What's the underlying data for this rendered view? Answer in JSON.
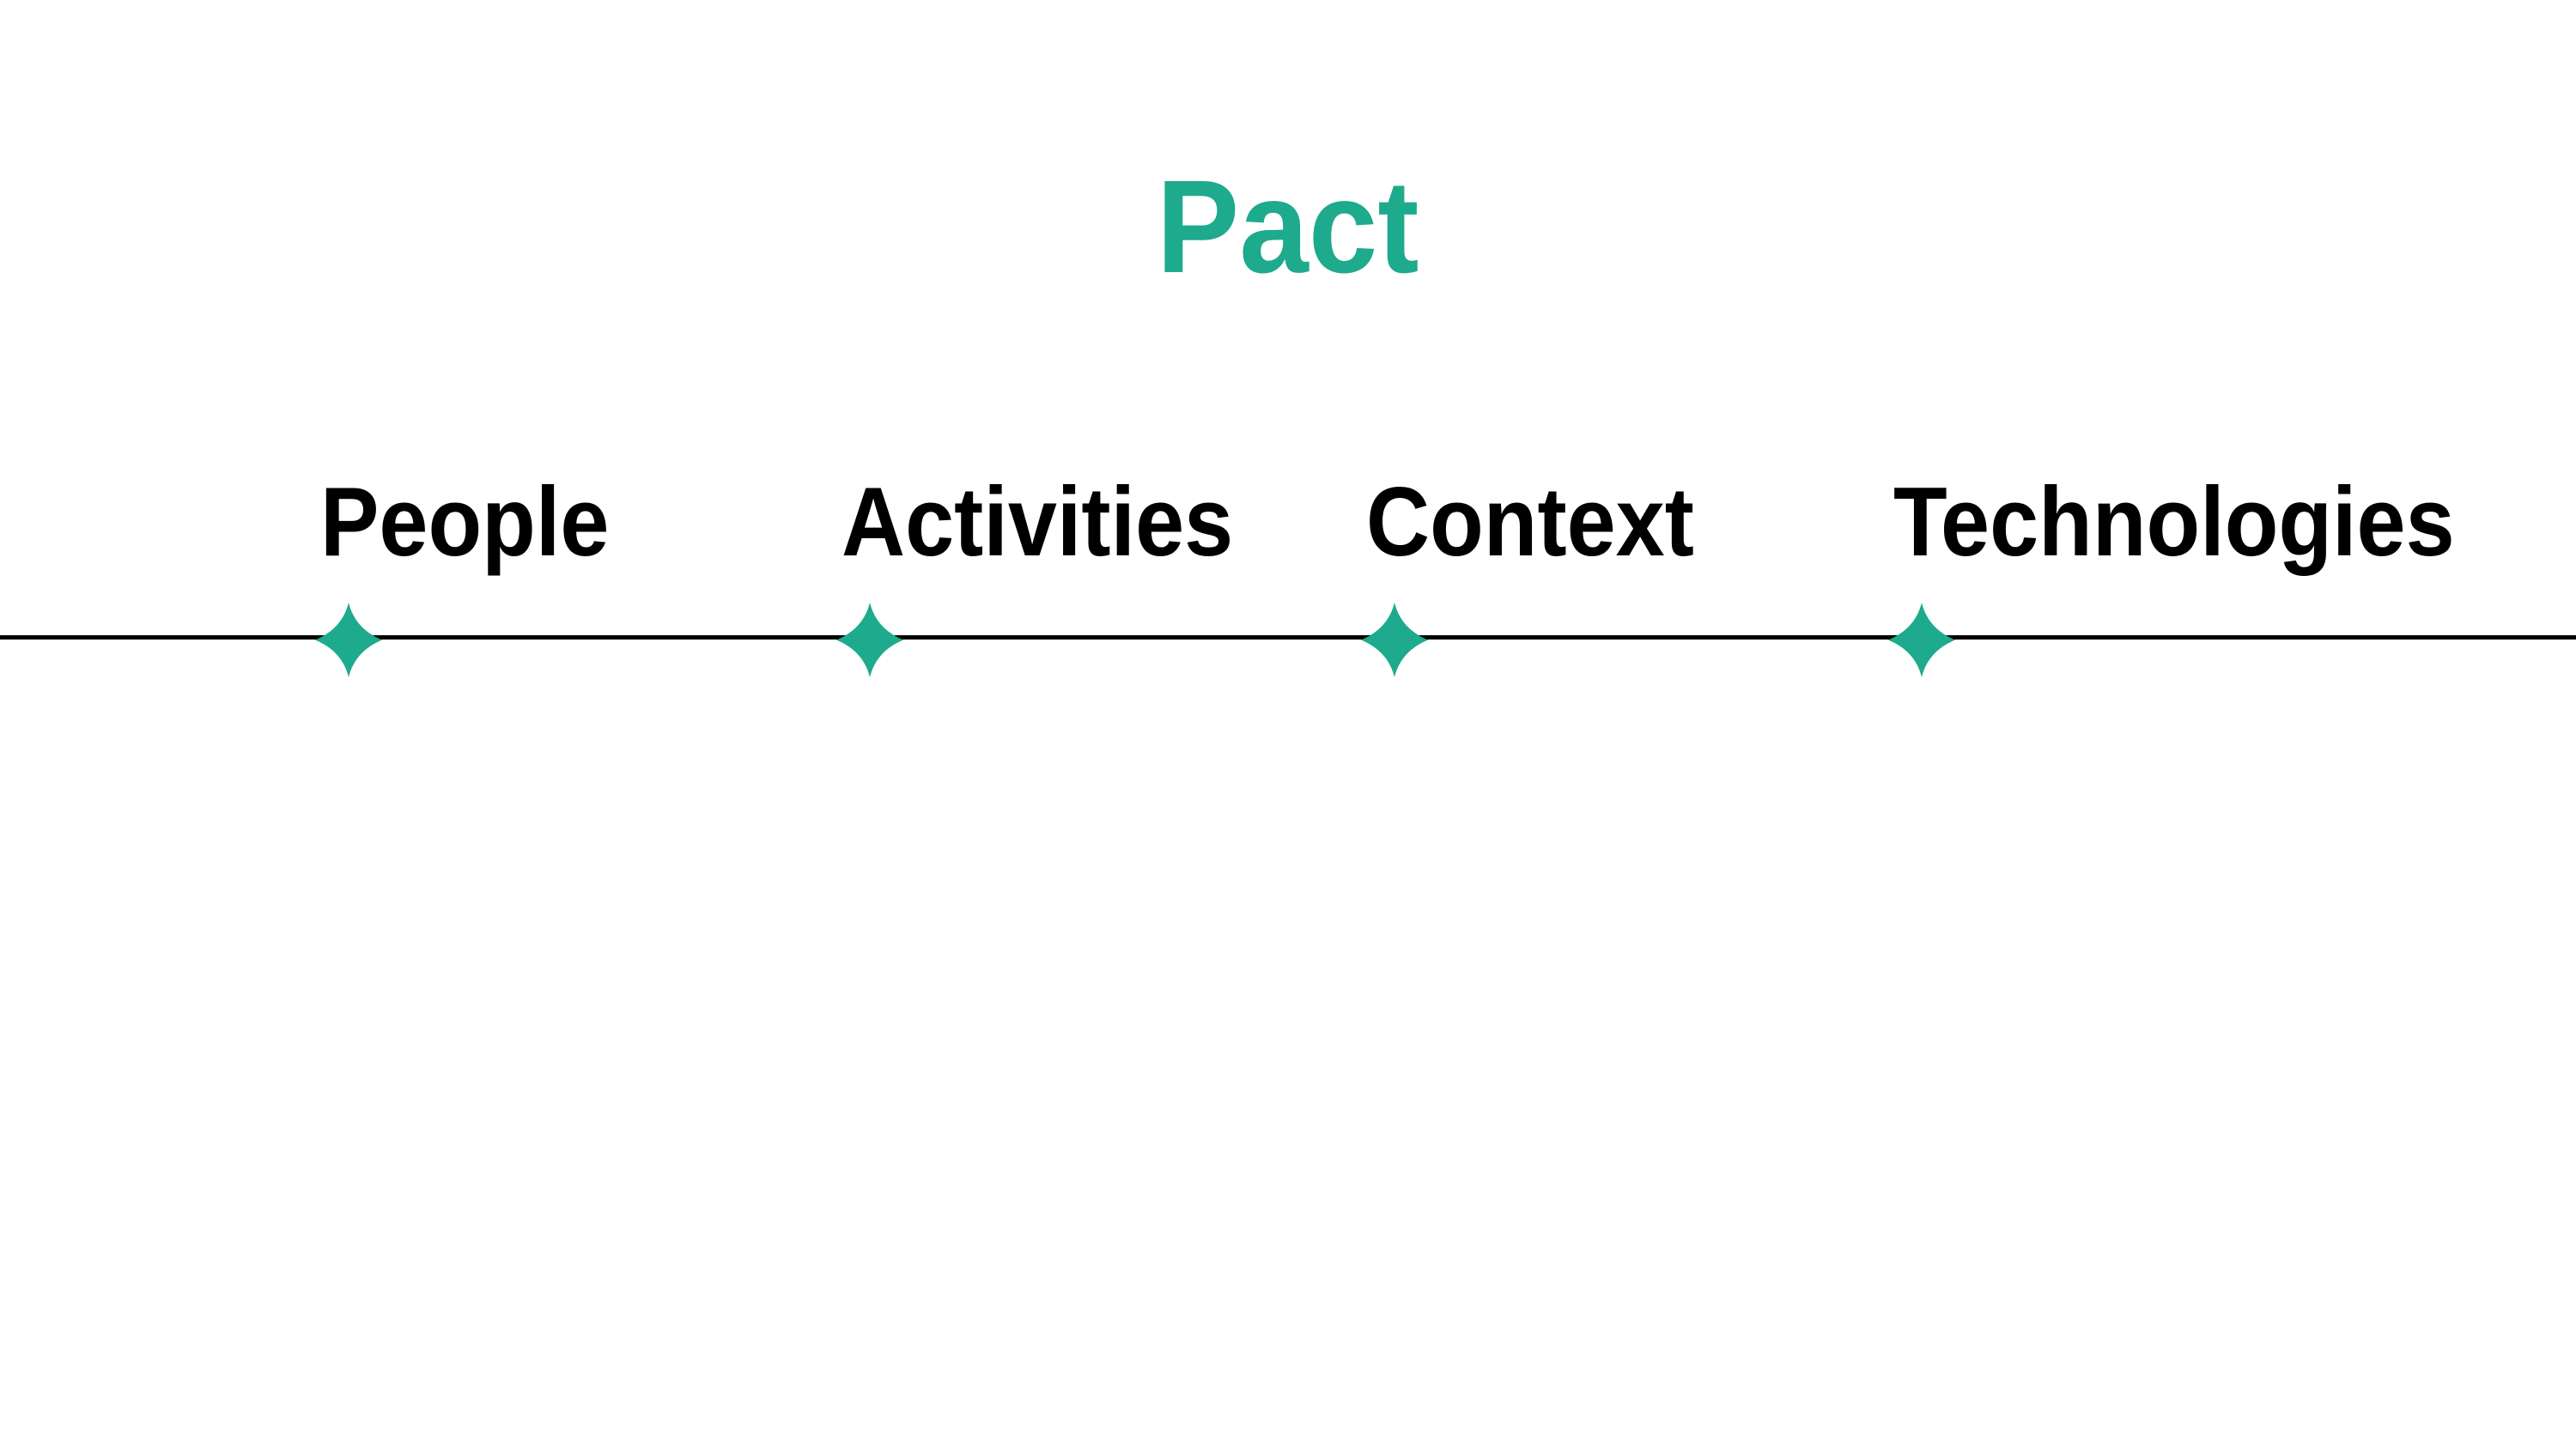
{
  "diagram": {
    "title": "Pact",
    "items": [
      {
        "label": "People"
      },
      {
        "label": "Activities"
      },
      {
        "label": "Context"
      },
      {
        "label": "Technologies"
      }
    ],
    "colors": {
      "accent": "#1EAA8C",
      "text": "#000000",
      "axis_line": "#000000",
      "background": "#FFFFFF"
    }
  }
}
